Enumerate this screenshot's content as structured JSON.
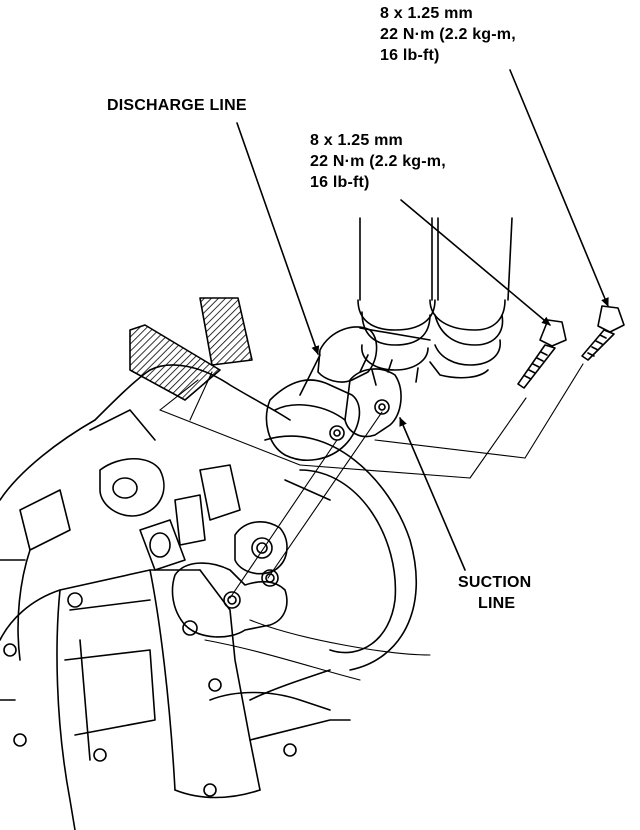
{
  "labels": {
    "bolt_right": {
      "line1": "8 x 1.25 mm",
      "line2": "22 N·m (2.2 kg-m,",
      "line3": "16 lb-ft)"
    },
    "bolt_left": {
      "line1": "8 x 1.25 mm",
      "line2": "22 N·m (2.2 kg-m,",
      "line3": "16 lb-ft)"
    },
    "discharge_line": "DISCHARGE LINE",
    "suction_line": {
      "line1": "SUCTION",
      "line2": "LINE"
    }
  },
  "colors": {
    "ink": "#000000",
    "paper": "#ffffff"
  }
}
